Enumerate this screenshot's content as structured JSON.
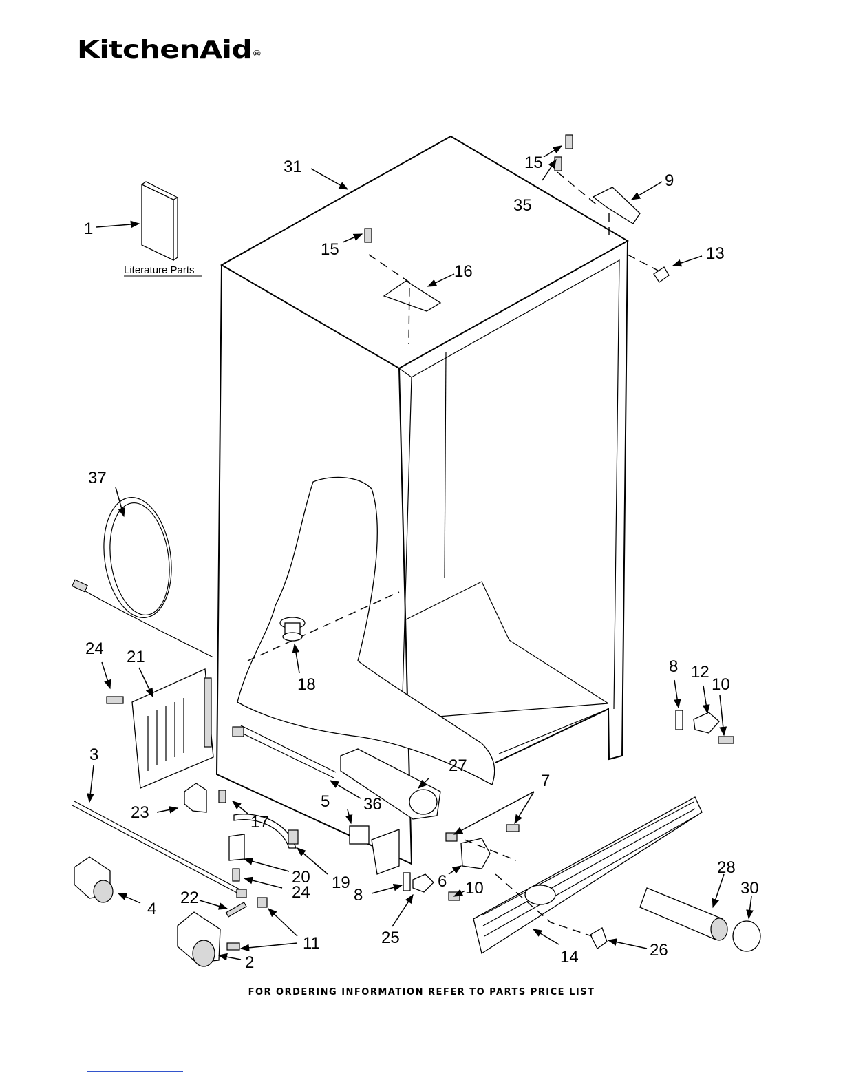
{
  "header": {
    "brand": "KitchenAid",
    "registered_mark": "®"
  },
  "literature": {
    "label": "Literature Parts"
  },
  "callouts": [
    "1",
    "2",
    "3",
    "4",
    "5",
    "6",
    "7",
    "8",
    "9",
    "10",
    "11",
    "12",
    "13",
    "14",
    "15",
    "16",
    "17",
    "18",
    "19",
    "20",
    "21",
    "22",
    "23",
    "24",
    "25",
    "26",
    "27",
    "28",
    "30",
    "31",
    "35",
    "36",
    "37"
  ],
  "footer": {
    "note": "FOR ORDERING INFORMATION REFER TO PARTS PRICE LIST"
  }
}
